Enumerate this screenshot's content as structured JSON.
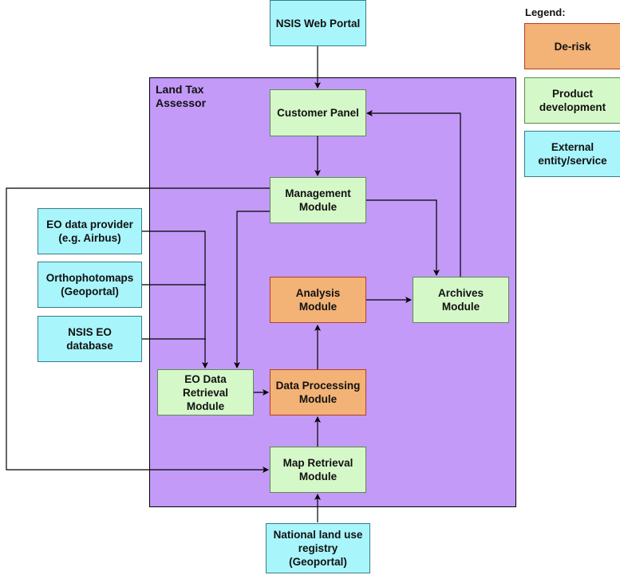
{
  "container": {
    "label": "Land Tax\nAssessor"
  },
  "nodes": {
    "nsis_web_portal": "NSIS Web Portal",
    "customer_panel": "Customer Panel",
    "management_module": "Management\nModule",
    "eo_data_provider": "EO data provider\n(e.g. Airbus)",
    "orthophotomaps": "Orthophotomaps\n(Geoportal)",
    "nsis_eo_database": "NSIS EO\ndatabase",
    "analysis_module": "Analysis\nModule",
    "archives_module": "Archives\nModule",
    "eo_data_retrieval": "EO Data\nRetrieval\nModule",
    "data_processing": "Data Processing\nModule",
    "map_retrieval": "Map Retrieval\nModule",
    "national_registry": "National land use\nregistry\n(Geoportal)"
  },
  "legend": {
    "title": "Legend:",
    "items": [
      {
        "label": "De-risk",
        "color": "#f3b276"
      },
      {
        "label": "Product\ndevelopment",
        "color": "#d5f8c8"
      },
      {
        "label": "External\nentity/service",
        "color": "#a8f5fb"
      }
    ]
  }
}
